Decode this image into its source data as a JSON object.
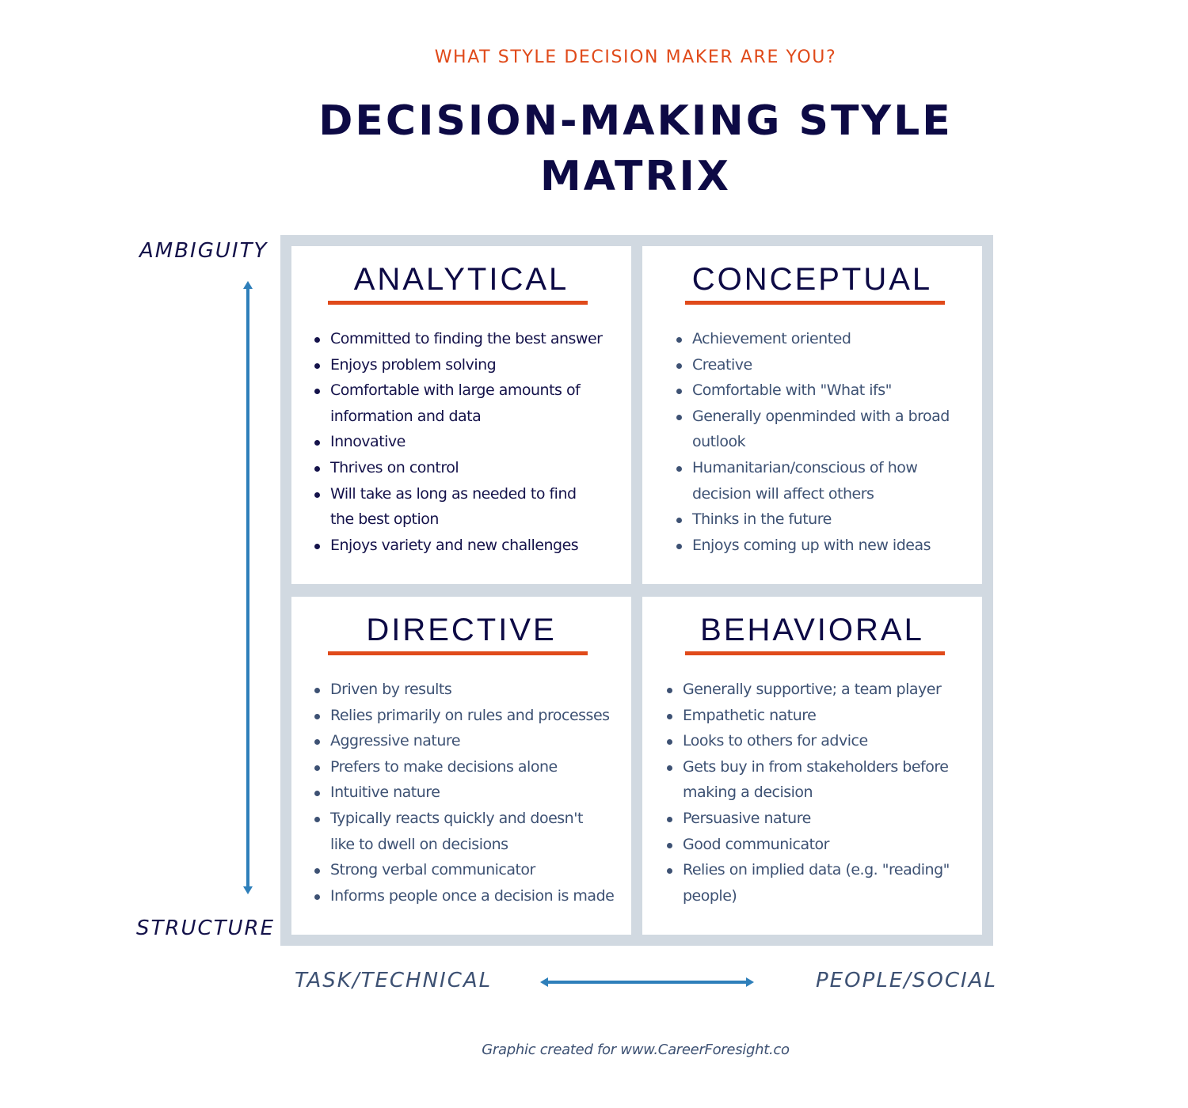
{
  "header": {
    "subtitle": "WHAT STYLE DECISION MAKER ARE YOU?",
    "title_line1": "DECISION-MAKING STYLE",
    "title_line2": "MATRIX"
  },
  "axes": {
    "vertical_top": "AMBIGUITY",
    "vertical_bottom": "STRUCTURE",
    "horizontal_left": "TASK/TECHNICAL",
    "horizontal_right": "PEOPLE/SOCIAL",
    "arrow_color": "#2e7fba"
  },
  "colors": {
    "accent": "#e04a1a",
    "navy": "#0d0a45",
    "slate": "#3d5173",
    "frame": "#d1d9e1"
  },
  "quadrants": {
    "analytical": {
      "title": "ANALYTICAL",
      "items": [
        "Committed to finding the best answer",
        "Enjoys problem solving",
        "Comfortable with large amounts of information and data",
        "Innovative",
        "Thrives on control",
        "Will take as long as needed to find the best option",
        "Enjoys variety and new challenges"
      ]
    },
    "conceptual": {
      "title": "CONCEPTUAL",
      "items": [
        "Achievement oriented",
        "Creative",
        "Comfortable with \"What ifs\"",
        "Generally openminded with a broad outlook",
        "Humanitarian/conscious of how decision will affect others",
        "Thinks in the future",
        "Enjoys coming up with new ideas"
      ]
    },
    "directive": {
      "title": "DIRECTIVE",
      "items": [
        "Driven by results",
        "Relies primarily on rules and processes",
        "Aggressive nature",
        "Prefers to make decisions alone",
        "Intuitive nature",
        "Typically reacts quickly and doesn't like to dwell on decisions",
        "Strong verbal communicator",
        "Informs people once a decision is made"
      ]
    },
    "behavioral": {
      "title": "BEHAVIORAL",
      "items": [
        "Generally supportive; a team player",
        "Empathetic nature",
        "Looks to others for advice",
        "Gets buy in from stakeholders before making a decision",
        "Persuasive nature",
        "Good communicator",
        "Relies on implied data (e.g. \"reading\" people)"
      ]
    }
  },
  "footer": {
    "credit": "Graphic created for www.CareerForesight.co"
  }
}
